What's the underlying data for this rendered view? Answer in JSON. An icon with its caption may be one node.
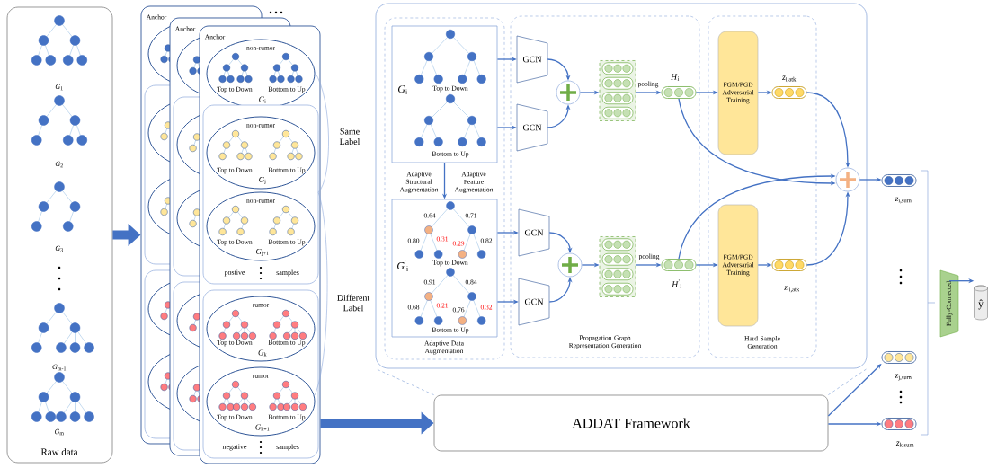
{
  "diagram": {
    "nodes": [
      {
        "text": [
          "*G*$_{1}$",
          "*G*$_{2}$",
          "*G*$_{3}$",
          "*G*$_{m-1}$",
          "*G*$_{m}$",
          "Raw data"
        ]
      },
      {
        "text": [
          "Anchor"
        ]
      },
      {
        "text": [
          "Anchor"
        ]
      },
      {
        "text": [
          "Anchor"
        ]
      },
      {
        "text": [
          "non-rumor",
          "Top to Down",
          "Bottom to Up",
          "*G*$_{i}$"
        ],
        "in": 3
      },
      {
        "text": [
          "postive",
          "samples"
        ],
        "in": 3
      },
      {
        "text": [
          "non-rumor",
          "Top to Down",
          "Bottom to Up",
          "*G*$_{j}$"
        ],
        "in": 5
      },
      {
        "text": [
          "non-rumor",
          "Top to Down",
          "Bottom to Up",
          "*G*$_{j+1}$"
        ],
        "in": 5
      },
      {
        "text": [
          "negative",
          "samples"
        ],
        "in": 3
      },
      {
        "text": [
          "rumor",
          "Top to Down",
          "Bottom to Up",
          "*G*$_{k}$"
        ],
        "in": 8
      },
      {
        "text": [
          "rumor",
          "Top to Down",
          "Bottom to Up",
          "*G*$_{k+1}$"
        ],
        "in": 8
      },
      {
        "text": [],
        "shape": "box"
      },
      {
        "text": [
          "Adaptive Data Augmentation"
        ],
        "in": 11
      },
      {
        "text": [
          "*G*$_{i}$",
          "Top to Down",
          "Bottom to Up"
        ],
        "in": 12
      },
      {
        "text": [
          "*G*$^{'}$$_{i}$",
          "Top to Down",
          "Bottom to Up",
          "0.64",
          "0.71",
          "0.80",
          "0.31",
          "0.29",
          "0.82",
          "0.91",
          "0.84",
          "0.68",
          "0.21",
          "0.76",
          "0.32"
        ],
        "in": 12
      },
      {
        "text": [
          "Propagation Graph Representation Generation"
        ],
        "in": 11
      },
      {
        "text": [
          "GCN"
        ],
        "in": 15
      },
      {
        "text": [
          "GCN"
        ],
        "in": 15
      },
      {
        "text": [
          "GCN"
        ],
        "in": 15
      },
      {
        "text": [
          "GCN"
        ],
        "in": 15
      },
      {
        "text": [],
        "shape": "circle",
        "in": 15
      },
      {
        "text": [],
        "shape": "circle",
        "in": 15
      },
      {
        "text": [],
        "shape": "box",
        "in": 15
      },
      {
        "text": [],
        "shape": "box",
        "in": 15
      },
      {
        "text": [
          "*H*$_{i}$"
        ],
        "in": 15
      },
      {
        "text": [
          "*H*$^{'}$$_{i}$"
        ],
        "in": 15
      },
      {
        "text": [
          "Hard Sample Generation"
        ],
        "in": 11
      },
      {
        "text": [
          "FGM/PGD Adversarial Training"
        ],
        "in": 26
      },
      {
        "text": [
          "FGM/PGD Adversarial Training"
        ],
        "in": 26
      },
      {
        "text": [
          "*z*$_{i,atk}$"
        ],
        "in": 26
      },
      {
        "text": [
          "*z*$^{'}$$_{i,atk}$"
        ],
        "in": 26
      },
      {
        "text": [],
        "shape": "circle",
        "in": 11
      },
      {
        "text": [
          "*z*$_{i,sum}$"
        ]
      },
      {
        "text": [
          "*z*$_{j,sum}$"
        ]
      },
      {
        "text": [
          "*z*$_{k,sum}$"
        ]
      },
      {
        "text": [
          "ADDAT Framework"
        ]
      },
      {
        "text": [
          "Fully-Connected"
        ]
      },
      {
        "text": [
          "ŷ"
        ]
      }
    ],
    "edges": [
      {
        "from": 0,
        "to": 1,
        "arrow": "to",
        "style": "thick"
      },
      {
        "from": 3,
        "to": 35,
        "arrow": "to",
        "style": "thick"
      },
      {
        "from": 35,
        "to": 11,
        "arrow": "none",
        "style": "dashed",
        "color": "#8eaadb"
      },
      {
        "from": 35,
        "to": 11,
        "arrow": "none",
        "style": "dashed",
        "color": "#8eaadb"
      },
      {
        "from": 13,
        "to": 14,
        "arrow": "to",
        "label": "Adaptive Structural Augmentation"
      },
      {
        "from": 13,
        "to": 16,
        "arrow": "to"
      },
      {
        "from": 13,
        "to": 17,
        "arrow": "to"
      },
      {
        "from": 14,
        "to": 18,
        "arrow": "to"
      },
      {
        "from": 14,
        "to": 19,
        "arrow": "to"
      },
      {
        "from": 16,
        "to": 20,
        "arrow": "to"
      },
      {
        "from": 17,
        "to": 20,
        "arrow": "to"
      },
      {
        "from": 18,
        "to": 21,
        "arrow": "to"
      },
      {
        "from": 19,
        "to": 21,
        "arrow": "to"
      },
      {
        "from": 20,
        "to": 22,
        "arrow": "to"
      },
      {
        "from": 21,
        "to": 23,
        "arrow": "to"
      },
      {
        "from": 22,
        "to": 24,
        "arrow": "to",
        "label": "pooling"
      },
      {
        "from": 23,
        "to": 25,
        "arrow": "to",
        "label": "pooling"
      },
      {
        "from": 24,
        "to": 27,
        "arrow": "to"
      },
      {
        "from": 25,
        "to": 28,
        "arrow": "to"
      },
      {
        "from": 27,
        "to": 29,
        "arrow": "to"
      },
      {
        "from": 28,
        "to": 30,
        "arrow": "to"
      },
      {
        "from": 29,
        "to": 31,
        "arrow": "to"
      },
      {
        "from": 30,
        "to": 31,
        "arrow": "to"
      },
      {
        "from": 24,
        "to": 31,
        "arrow": "to"
      },
      {
        "from": 25,
        "to": 31,
        "arrow": "to"
      },
      {
        "from": 31,
        "to": 32,
        "arrow": "to"
      },
      {
        "from": 35,
        "to": 33,
        "arrow": "to"
      },
      {
        "from": 35,
        "to": 34,
        "arrow": "to"
      },
      {
        "from": 36,
        "to": 37,
        "arrow": "to"
      }
    ],
    "labels": [
      "Same Label",
      "Different Label",
      "Adaptive Feature Augmentation"
    ]
  }
}
